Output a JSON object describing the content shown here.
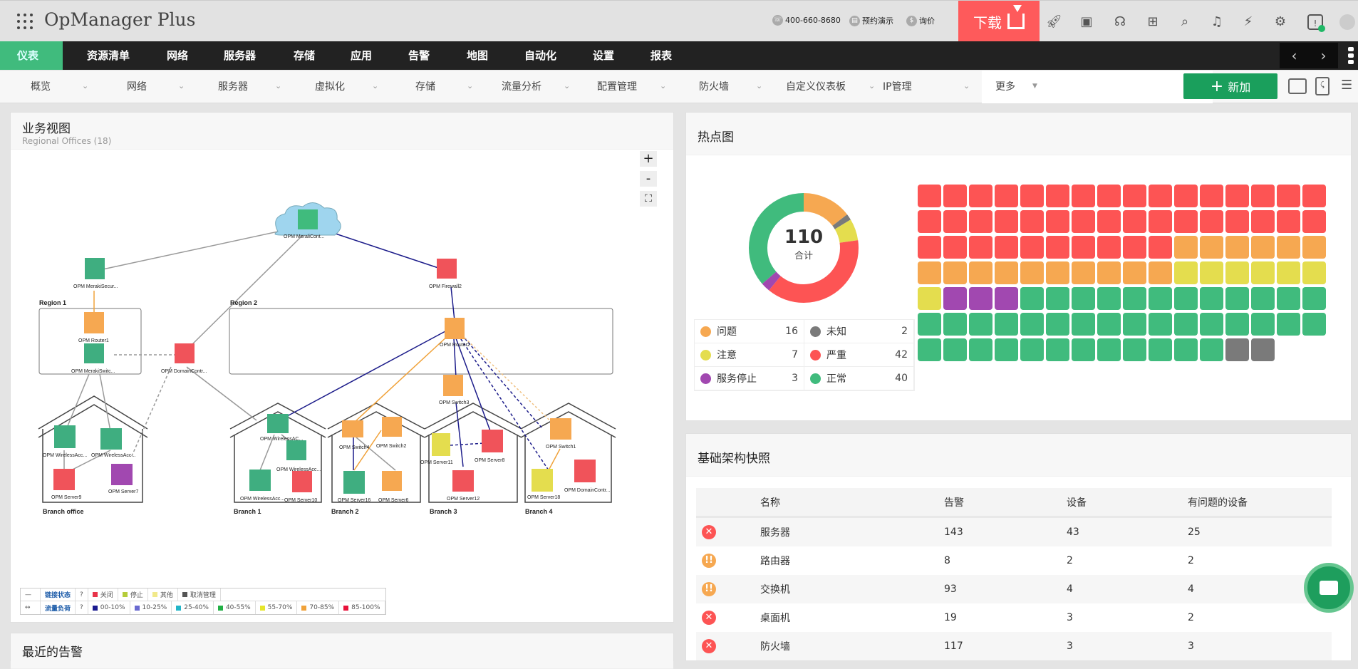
{
  "header": {
    "app_title": "OpManager Plus",
    "phone": "400-660-8680",
    "demo": "预约演示",
    "price": "询价",
    "download": "下载",
    "icons": [
      "rocket-icon",
      "presentation-icon",
      "headset-icon",
      "gift-icon",
      "search-icon",
      "bell-icon",
      "plug-icon",
      "gear-icon",
      "alert-shield-icon",
      "user-avatar-icon"
    ]
  },
  "main_nav": {
    "items": [
      "仪表板",
      "资源清单",
      "网络",
      "服务器",
      "存储",
      "应用",
      "告警",
      "地图",
      "自动化",
      "设置",
      "报表"
    ],
    "active": "仪表板",
    "prev": "‹",
    "next": "›"
  },
  "sub_nav": {
    "items": [
      "概览",
      "网络",
      "服务器",
      "虚拟化",
      "存储",
      "流量分析",
      "配置管理",
      "防火墙",
      "自定义仪表板",
      "IP管理"
    ],
    "more": "更多",
    "add_new": "新加",
    "add_plus": "+"
  },
  "business_view": {
    "title": "业务视图",
    "subtitle": "Regional Offices (18)",
    "zoom_in": "+",
    "zoom_out": "-",
    "fit": "⛶",
    "regions": [
      "Region 1",
      "Region 2"
    ],
    "branches": [
      "Branch office",
      "Branch 1",
      "Branch 2",
      "Branch 3",
      "Branch 4"
    ],
    "nodes": {
      "cloud": "OPM MeraliCont...",
      "security": "OPM MerakiSecur...",
      "firewall": "OPM Firewall2",
      "router1": "OPM Router1",
      "meraki_switch": "OPM MerakiSwitc...",
      "domain": "OPM DomainContr...",
      "router2": "OPM Router2",
      "switch3": "OPM Switch3",
      "bo_wa1": "OPM WirelessAcc...",
      "bo_wa2": "OPM WirelessAcc...",
      "bo_server9": "OPM Server9",
      "bo_server7": "OPM Server7",
      "b1_wa": "OPM WirelessAC...",
      "b1_wa2": "OPM WirelessAcc...",
      "b1_wa3": "OPM WirelessAcc...",
      "b1_server10": "OPM Server10",
      "b2_switch": "OPM Switch4",
      "b2_switch2": "OPM Switch2",
      "b2_server16": "OPM Server16",
      "b2_server6": "OPM Server6",
      "b3_server11": "OPM Server11",
      "b3_server8": "OPM Server8",
      "b3_server12": "OPM Server12",
      "b4_switch1": "OPM Switch1",
      "b4_server18": "OPM Server18",
      "b4_domain": "OPM DomainContr..."
    },
    "legend": {
      "link_status_label": "链接状态",
      "link_status": [
        {
          "label": "关闭",
          "color": "#e8334a"
        },
        {
          "label": "停止",
          "color": "#b5cc3a"
        },
        {
          "label": "其他",
          "color": "#f1e98a"
        },
        {
          "label": "取消管理",
          "color": "#555555"
        }
      ],
      "traffic_label": "流量负荷",
      "traffic": [
        {
          "label": "00-10%",
          "color": "#1a1a8f"
        },
        {
          "label": "10-25%",
          "color": "#6a6ad0"
        },
        {
          "label": "25-40%",
          "color": "#22b5c8"
        },
        {
          "label": "40-55%",
          "color": "#22b045"
        },
        {
          "label": "55-70%",
          "color": "#e6e62a"
        },
        {
          "label": "70-85%",
          "color": "#f0a23a"
        },
        {
          "label": "85-100%",
          "color": "#e8123a"
        }
      ],
      "help": "?"
    }
  },
  "heatmap": {
    "title": "热点图",
    "total": "110",
    "total_label": "合计",
    "legend": [
      {
        "label": "问题",
        "count": "16",
        "color": "#f6a851"
      },
      {
        "label": "未知",
        "count": "2",
        "color": "#7a7a7a"
      },
      {
        "label": "注意",
        "count": "7",
        "color": "#e4dd4e"
      },
      {
        "label": "严重",
        "count": "42",
        "color": "#fd5454"
      },
      {
        "label": "服务停止",
        "count": "3",
        "color": "#a148b0"
      },
      {
        "label": "正常",
        "count": "40",
        "color": "#40bb7d"
      }
    ]
  },
  "infra": {
    "title": "基础架构快照",
    "columns": [
      "",
      "名称",
      "告警",
      "设备",
      "有问题的设备"
    ],
    "rows": [
      {
        "status": "critical",
        "name": "服务器",
        "alarms": "143",
        "devices": "43",
        "problem": "25"
      },
      {
        "status": "trouble",
        "name": "路由器",
        "alarms": "8",
        "devices": "2",
        "problem": "2"
      },
      {
        "status": "trouble",
        "name": "交换机",
        "alarms": "93",
        "devices": "4",
        "problem": "4"
      },
      {
        "status": "critical",
        "name": "桌面机",
        "alarms": "19",
        "devices": "3",
        "problem": "2"
      },
      {
        "status": "critical",
        "name": "防火墙",
        "alarms": "117",
        "devices": "3",
        "problem": "3"
      }
    ]
  },
  "bottom_panel": {
    "title": "最近的告警"
  },
  "colors": {
    "accent": "#40bb7d",
    "download": "#fe5a5b",
    "add_button": "#1a9f5c",
    "critical": "#fd5454",
    "trouble": "#f6a851"
  }
}
